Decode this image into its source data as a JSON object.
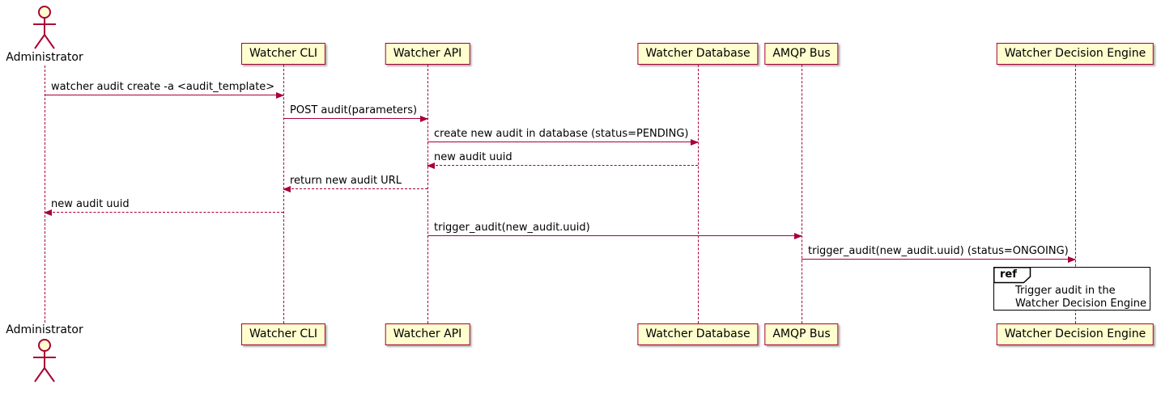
{
  "diagram": {
    "participants": [
      {
        "name": "Administrator",
        "type": "actor"
      },
      {
        "name": "Watcher CLI",
        "type": "participant"
      },
      {
        "name": "Watcher API",
        "type": "participant"
      },
      {
        "name": "Watcher Database",
        "type": "participant"
      },
      {
        "name": "AMQP Bus",
        "type": "participant"
      },
      {
        "name": "Watcher Decision Engine",
        "type": "participant"
      }
    ],
    "messages": [
      {
        "from": "Administrator",
        "to": "Watcher CLI",
        "label": "watcher audit create -a <audit_template>",
        "line": "solid"
      },
      {
        "from": "Watcher CLI",
        "to": "Watcher API",
        "label": "POST audit(parameters)",
        "line": "solid"
      },
      {
        "from": "Watcher API",
        "to": "Watcher Database",
        "label": "create new audit in database (status=PENDING)",
        "line": "solid"
      },
      {
        "from": "Watcher Database",
        "to": "Watcher API",
        "label": "new audit uuid",
        "line": "dashed"
      },
      {
        "from": "Watcher API",
        "to": "Watcher CLI",
        "label": "return new audit URL",
        "line": "dashed"
      },
      {
        "from": "Watcher CLI",
        "to": "Administrator",
        "label": "new audit uuid",
        "line": "dashed"
      },
      {
        "from": "Watcher API",
        "to": "AMQP Bus",
        "label": "trigger_audit(new_audit.uuid)",
        "line": "solid"
      },
      {
        "from": "AMQP Bus",
        "to": "Watcher Decision Engine",
        "label": "trigger_audit(new_audit.uuid) (status=ONGOING)",
        "line": "solid"
      }
    ],
    "ref": {
      "keyword": "ref",
      "lines": [
        "Trigger audit in the",
        "Watcher Decision Engine"
      ]
    },
    "colors": {
      "border": "#A80036",
      "box_fill": "#FEFECE",
      "frame_border": "#000000",
      "text": "#000000",
      "background": "#FFFFFF"
    }
  }
}
